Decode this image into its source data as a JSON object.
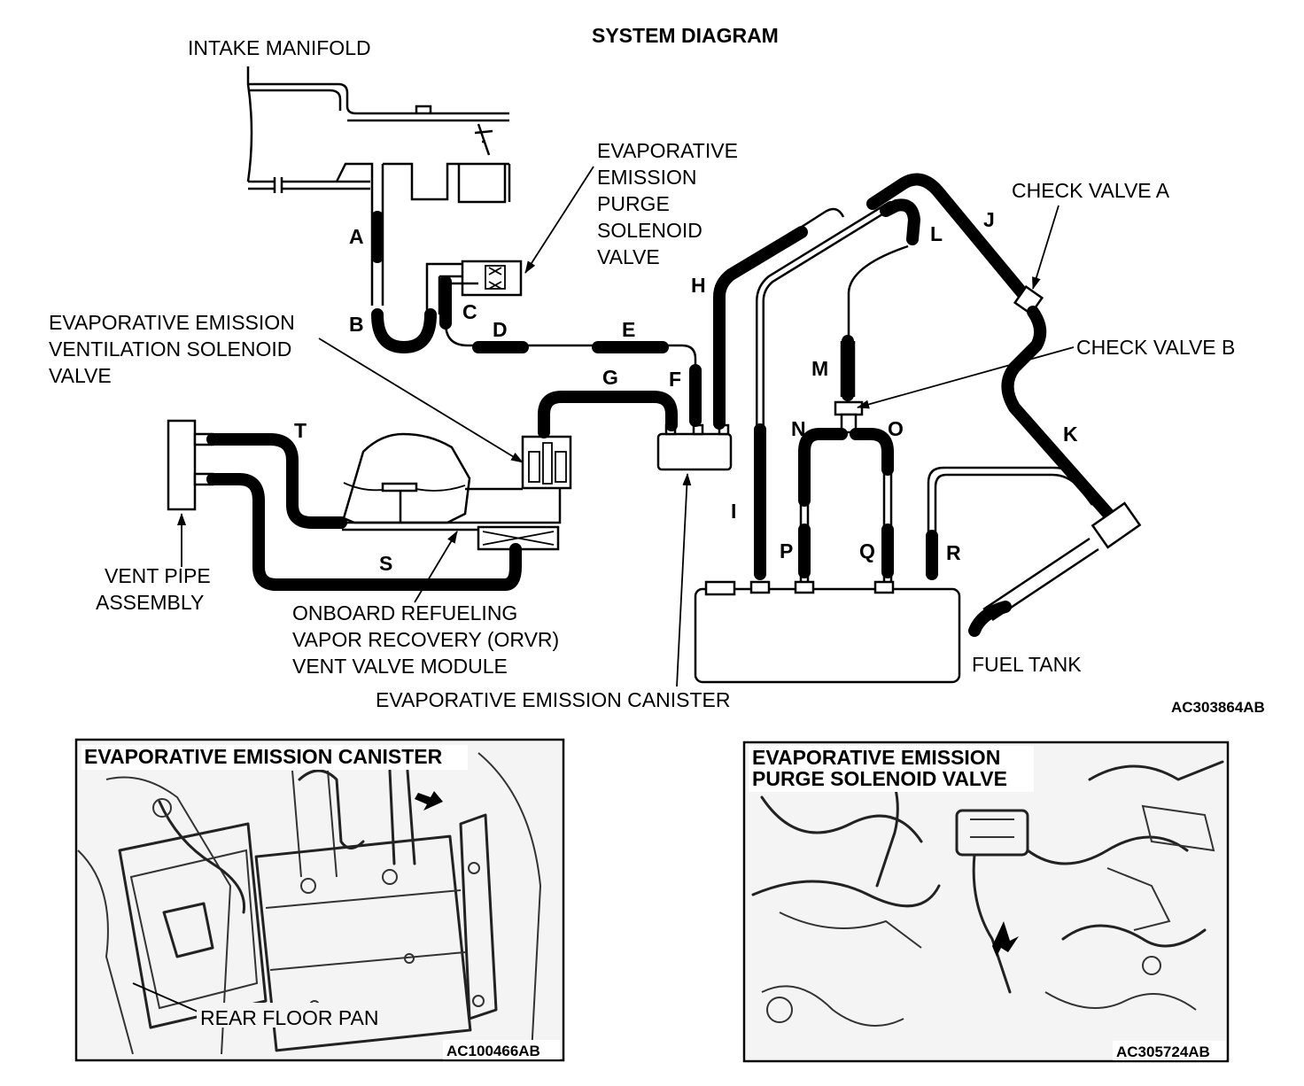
{
  "main_diagram": {
    "title": "SYSTEM DIAGRAM",
    "image_code": "AC303864AB",
    "labels": {
      "intake_manifold": "INTAKE MANIFOLD",
      "purge_solenoid": [
        "EVAPORATIVE",
        "EMISSION",
        "PURGE",
        "SOLENOID",
        "VALVE"
      ],
      "ventilation_solenoid": [
        "EVAPORATIVE EMISSION",
        "VENTILATION SOLENOID",
        "VALVE"
      ],
      "vent_pipe": [
        "VENT PIPE",
        "ASSEMBLY"
      ],
      "orvr": [
        "ONBOARD REFUELING",
        "VAPOR RECOVERY (ORVR)",
        "VENT VALVE MODULE"
      ],
      "canister": "EVAPORATIVE EMISSION CANISTER",
      "fuel_tank": "FUEL TANK",
      "check_valve_a": "CHECK VALVE A",
      "check_valve_b": "CHECK VALVE B"
    },
    "hose_letters": [
      "A",
      "B",
      "C",
      "D",
      "E",
      "F",
      "G",
      "H",
      "I",
      "J",
      "K",
      "L",
      "M",
      "N",
      "O",
      "P",
      "Q",
      "R",
      "S",
      "T"
    ]
  },
  "inset_canister": {
    "title": "EVAPORATIVE EMISSION CANISTER",
    "label": "REAR FLOOR PAN",
    "image_code": "AC100466AB"
  },
  "inset_purge": {
    "title_lines": [
      "EVAPORATIVE EMISSION",
      "PURGE SOLENOID VALVE"
    ],
    "image_code": "AC305724AB"
  }
}
